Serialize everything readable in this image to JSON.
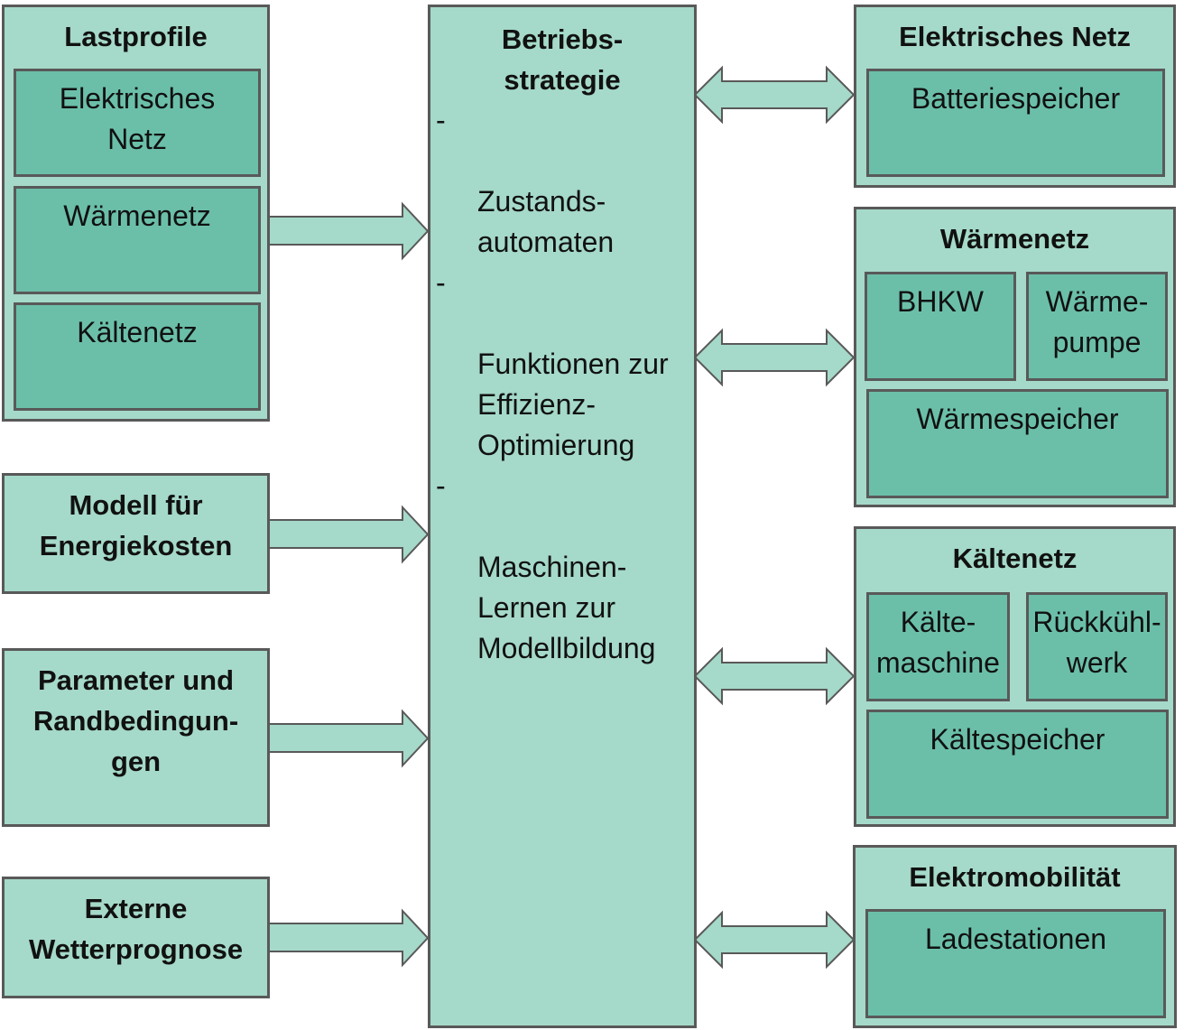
{
  "left": {
    "lastprofile": {
      "title": "Lastprofile",
      "items": [
        "Elektrisches\nNetz",
        "Wärmenetz",
        "Kältenetz"
      ]
    },
    "modell": {
      "title": "Modell für\nEnergiekosten"
    },
    "parameter": {
      "title": "Parameter und\nRandbedingun-\ngen"
    },
    "wetter": {
      "title": "Externe\nWetterprognose"
    }
  },
  "center": {
    "title": "Betriebs-\nstrategie",
    "items": [
      "Zustands-\nautomaten",
      "Funktionen zur\nEffizienz-\nOptimierung",
      "Maschinen-\nLernen zur\nModellbildung"
    ],
    "bullet": "-"
  },
  "right": {
    "elektrisches_netz": {
      "title": "Elektrisches Netz",
      "items": [
        "Batteriespeicher"
      ]
    },
    "waermenetz": {
      "title": "Wärmenetz",
      "items": [
        "BHKW",
        "Wärme-\npumpe",
        "Wärmespeicher"
      ]
    },
    "kaeltenetz": {
      "title": "Kältenetz",
      "items": [
        "Kälte-\nmaschine",
        "Rückkühl-\nwerk",
        "Kältespeicher"
      ]
    },
    "elektromobilitaet": {
      "title": "Elektromobilität",
      "items": [
        "Ladestationen"
      ]
    }
  },
  "colors": {
    "box_fill": "#a5d9c9",
    "inner_fill": "#6bbfa9",
    "border": "#595959"
  }
}
